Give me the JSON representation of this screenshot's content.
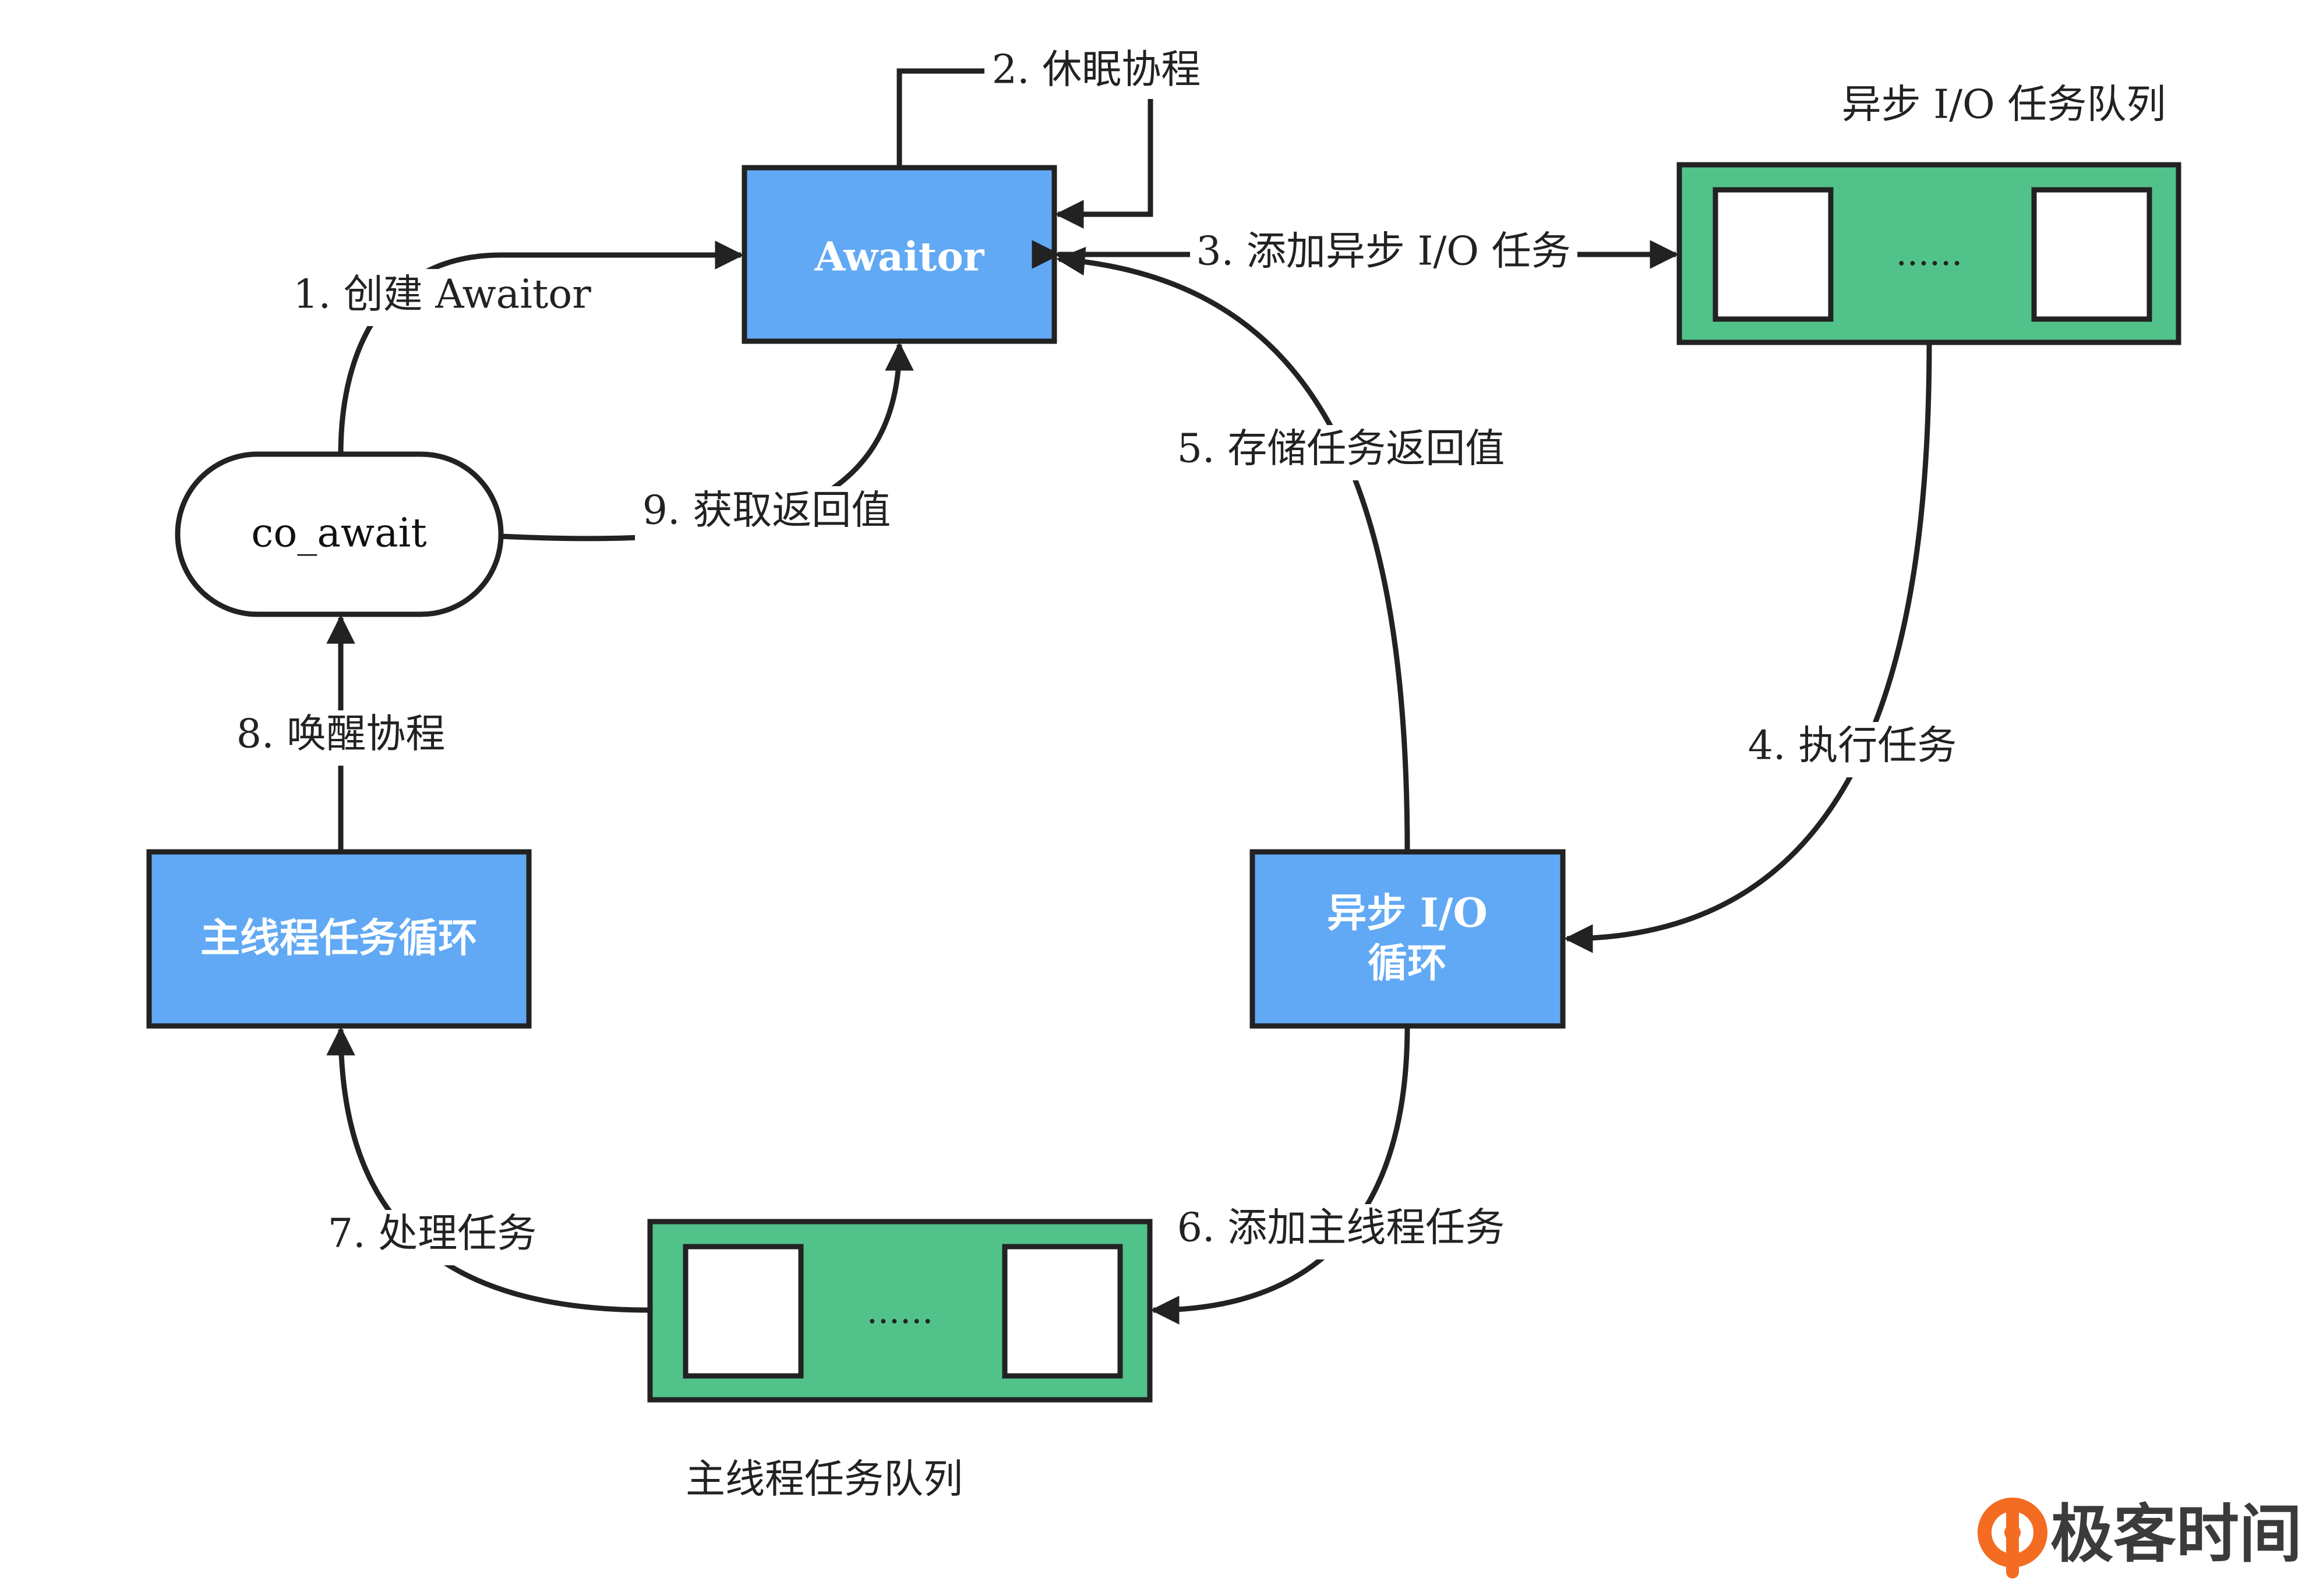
{
  "colors": {
    "process_node": "#61a9f4",
    "queue_node": "#52c28b",
    "queue_slot": "#ffffff",
    "stroke": "#222222",
    "brand_orange": "#f36c21"
  },
  "nodes": {
    "awaitor": "Awaitor",
    "co_await": "co_await",
    "main_loop": "主线程任务循环",
    "io_loop_line1": "异步 I/O",
    "io_loop_line2": "循环",
    "io_queue_title": "异步 I/O 任务队列",
    "io_queue_ellipsis": "......",
    "main_queue_title": "主线程任务队列",
    "main_queue_ellipsis": "......"
  },
  "edges": {
    "e1": "1. 创建 Awaitor",
    "e2": "2. 休眠协程",
    "e3": "3. 添加异步 I/O 任务",
    "e4": "4. 执行任务",
    "e5": "5. 存储任务返回值",
    "e6": "6. 添加主线程任务",
    "e7": "7. 处理任务",
    "e8": "8. 唤醒协程",
    "e9": "9. 获取返回值"
  },
  "brand": {
    "name": "极客时间",
    "icon": "geektime-logo-icon"
  }
}
